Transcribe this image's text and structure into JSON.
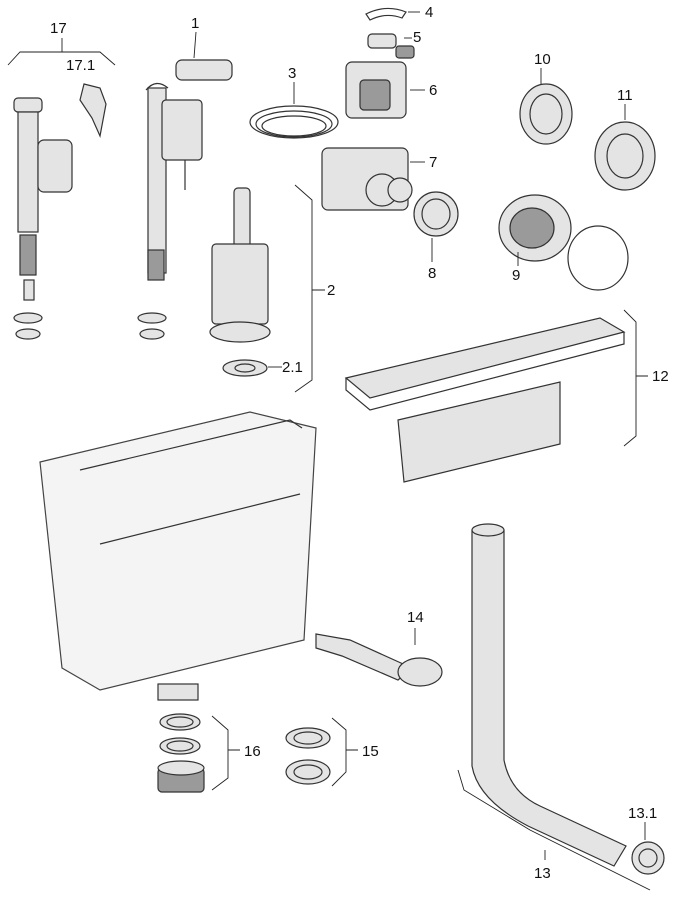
{
  "labels": {
    "p1": "1",
    "p2": "2",
    "p2_1": "2.1",
    "p4": "4",
    "p5": "5",
    "p6": "6",
    "p7": "7",
    "p8": "8",
    "p9": "9",
    "p10": "10",
    "p11": "11",
    "p12": "12",
    "p13": "13",
    "p13_1": "13.1",
    "p14": "14",
    "p15": "15",
    "p16": "16",
    "p17": "17",
    "p17_1": "17.1",
    "p3": "3"
  },
  "colors": {
    "line": "#333333",
    "fill_light": "#e4e4e4",
    "fill_dark": "#9a9a9a"
  }
}
